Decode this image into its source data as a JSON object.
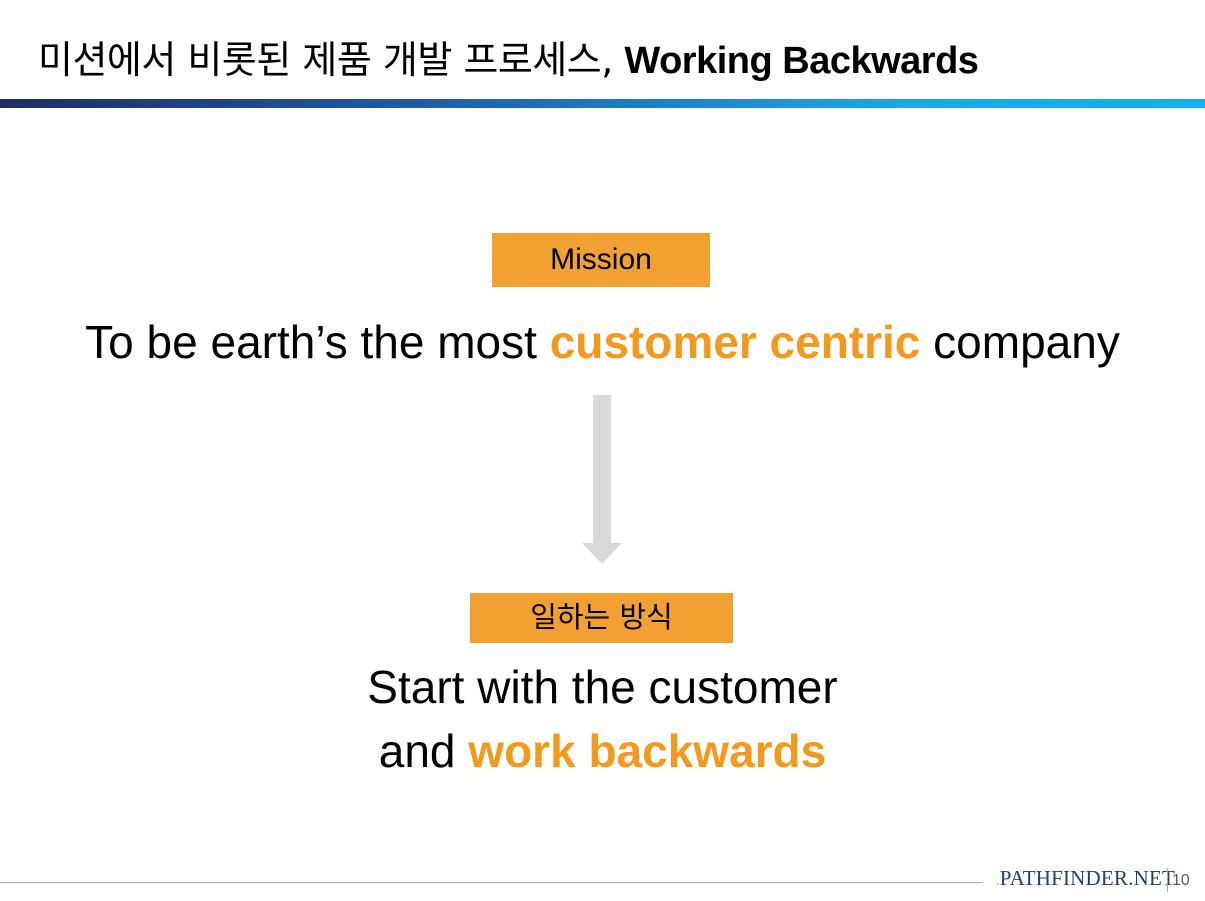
{
  "title": {
    "korean": "미션에서 비롯된 제품 개발 프로세스,",
    "english": "Working Backwards"
  },
  "mission": {
    "tag": "Mission",
    "statement_before": "To be earth’s the most",
    "statement_accent": "customer centric",
    "statement_after": "company"
  },
  "way_of_working": {
    "tag": "일하는 방식",
    "line1": "Start with the customer",
    "line2_before": "and",
    "line2_accent": "work backwards"
  },
  "colors": {
    "accent": "#f39a1e",
    "tag_background": "#f2a031",
    "title_bar_start": "#1c2e63",
    "title_bar_end": "#12b2f0",
    "arrow": "#d9d9d9"
  },
  "footer": {
    "logo": "PATHFINDER.NET",
    "page_number": "10"
  }
}
